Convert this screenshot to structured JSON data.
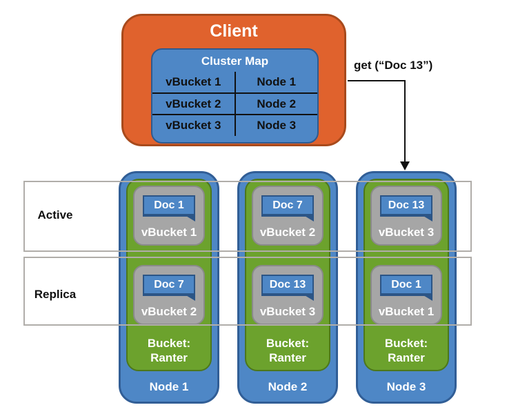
{
  "client": {
    "title": "Client",
    "cluster_map": {
      "title": "Cluster Map",
      "rows": [
        {
          "vbucket": "vBucket 1",
          "node": "Node 1"
        },
        {
          "vbucket": "vBucket 2",
          "node": "Node 2"
        },
        {
          "vbucket": "vBucket 3",
          "node": "Node 3"
        }
      ]
    }
  },
  "request": {
    "label": "get (“Doc 13”)"
  },
  "bands": [
    {
      "label": "Active"
    },
    {
      "label": "Replica"
    }
  ],
  "nodes": [
    {
      "name": "Node 1",
      "bucket_line1": "Bucket:",
      "bucket_line2": "Ranter",
      "active": {
        "doc": "Doc 1",
        "vbucket": "vBucket 1"
      },
      "replica": {
        "doc": "Doc 7",
        "vbucket": "vBucket 2"
      }
    },
    {
      "name": "Node 2",
      "bucket_line1": "Bucket:",
      "bucket_line2": "Ranter",
      "active": {
        "doc": "Doc 7",
        "vbucket": "vBucket 2"
      },
      "replica": {
        "doc": "Doc 13",
        "vbucket": "vBucket 3"
      }
    },
    {
      "name": "Node 3",
      "bucket_line1": "Bucket:",
      "bucket_line2": "Ranter",
      "active": {
        "doc": "Doc 13",
        "vbucket": "vBucket 3"
      },
      "replica": {
        "doc": "Doc 1",
        "vbucket": "vBucket 1"
      }
    }
  ],
  "colors": {
    "client_fill": "#E0622D",
    "client_border": "#A84A1C",
    "blue_fill": "#4E87C6",
    "blue_border": "#2E5A8F",
    "green_fill": "#6CA22D",
    "green_border": "#4C771B",
    "gray_fill": "#A6A6A6",
    "gray_border": "#8A8A8A",
    "band_border": "#B0ADA9",
    "arrow": "#111111"
  }
}
